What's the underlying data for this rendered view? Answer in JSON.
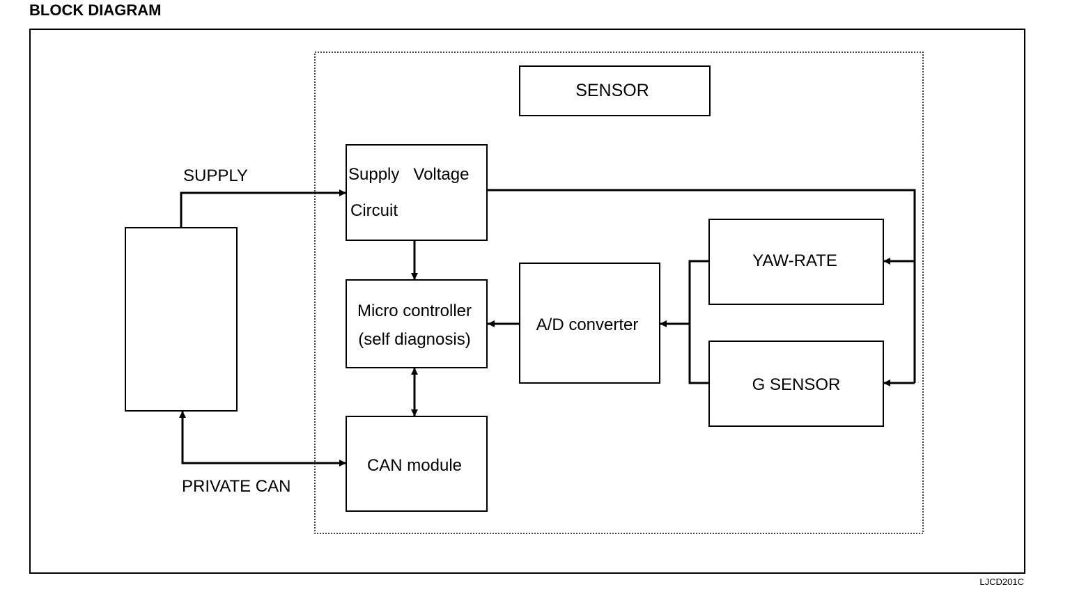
{
  "title": "BLOCK DIAGRAM",
  "figure_code": "LJCD201C",
  "sensor_group_label": "SENSOR",
  "blocks": {
    "supply_voltage_line1": "Supply   Voltage",
    "supply_voltage_line2": "Circuit",
    "micro_line1": "Micro controller",
    "micro_line2": "(self diagnosis)",
    "can_module": "CAN module",
    "ad_converter": "A/D converter",
    "yaw_rate": "YAW-RATE",
    "g_sensor": "G SENSOR"
  },
  "connections": {
    "supply": "SUPPLY",
    "private_can": "PRIVATE CAN"
  }
}
